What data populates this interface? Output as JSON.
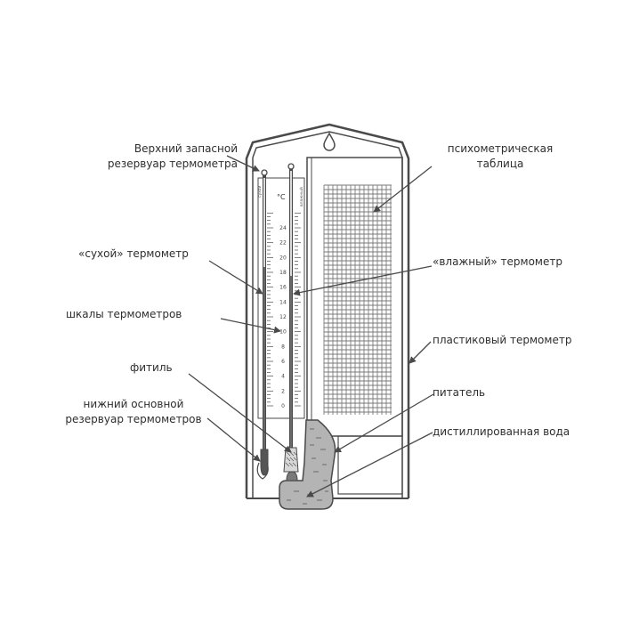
{
  "labels": {
    "upper_reservoir": [
      "Верхний запасной",
      "резервуар термометра"
    ],
    "psychrometric_table": [
      "психометрическая",
      "таблица"
    ],
    "dry_thermometer": "«сухой» термометр",
    "wet_thermometer": "«влажный» термометр",
    "scales": "шкалы термометров",
    "plastic_thermometer": "пластиковый термометр",
    "wick": "фитиль",
    "feeder": "питатель",
    "lower_reservoir": [
      "нижний основной",
      "резервуар термометров"
    ],
    "distilled_water": "дистиллированная вода"
  },
  "scale": {
    "unit": "°C",
    "values": [
      "24",
      "22",
      "20",
      "18",
      "16",
      "14",
      "12",
      "10",
      "8",
      "6",
      "4",
      "2",
      "0"
    ],
    "left_caption": "сухой",
    "right_caption": "влажный"
  },
  "colors": {
    "outline": "#4a4a4a",
    "water": "#b4b4b4",
    "grid": "#7a7a7a"
  }
}
